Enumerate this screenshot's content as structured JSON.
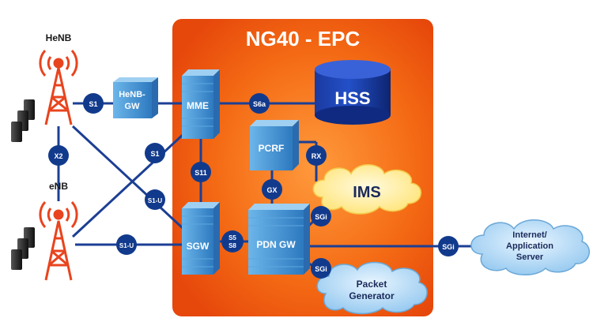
{
  "title": "NG40 - EPC",
  "base_stations": {
    "top": "HeNB",
    "bottom": "eNB"
  },
  "nodes": {
    "henb_gw": [
      "HeNB-",
      "GW"
    ],
    "mme": "MME",
    "sgw": "SGW",
    "pdn_gw": "PDN GW",
    "pcrf": "PCRF",
    "hss": "HSS",
    "ims": "IMS",
    "internet": [
      "Internet/",
      "Application",
      "Server"
    ],
    "packet_generator": [
      "Packet",
      "Generator"
    ]
  },
  "interfaces": {
    "s1_henb": "S1",
    "x2": "X2",
    "s1_enb": "S1",
    "s1u_cross": "S1-U",
    "s1u_enb": "S1-U",
    "s11": "S11",
    "s6a": "S6a",
    "rx": "RX",
    "gx": "GX",
    "sgi_ims": "SGi",
    "sgi_internet": "SGi",
    "sgi_packet": "SGi",
    "s5s8": [
      "S5",
      "S8"
    ]
  },
  "colors": {
    "epc_box": "#f05a0a",
    "line": "#1c3f94",
    "badge": "#123a8c",
    "server": "#3f8fd0",
    "tower": "#e8441e",
    "cloud": "#b9dcf6",
    "ims_cloud": "#fff2a8"
  }
}
